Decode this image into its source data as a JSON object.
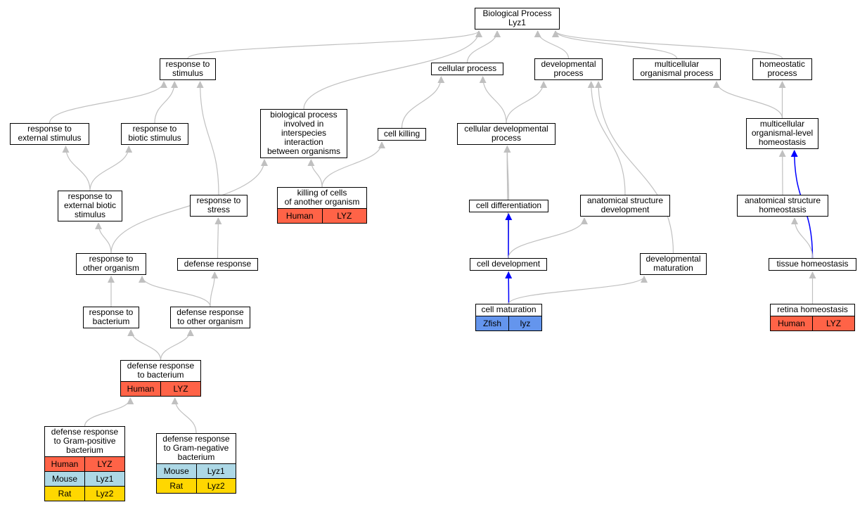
{
  "colors": {
    "Human": "#ff6347",
    "Mouse": "#add8e6",
    "Rat": "#ffd700",
    "Zfish": "#6495ed",
    "edge": "#c0c0c0",
    "edge_highlight": "#0000ff"
  },
  "nodes": {
    "root": {
      "lines": [
        "Biological Process",
        "Lyz1"
      ]
    },
    "response-to-stimulus": {
      "lines": [
        "response to",
        "stimulus"
      ]
    },
    "cellular-process": {
      "lines": [
        "cellular process"
      ]
    },
    "developmental-process": {
      "lines": [
        "developmental",
        "process"
      ]
    },
    "multicellular-organismal-process": {
      "lines": [
        "multicellular",
        "organismal process"
      ]
    },
    "homeostatic-process": {
      "lines": [
        "homeostatic",
        "process"
      ]
    },
    "response-to-external-stimulus": {
      "lines": [
        "response to",
        "external stimulus"
      ]
    },
    "response-to-biotic-stimulus": {
      "lines": [
        "response to",
        "biotic stimulus"
      ]
    },
    "interspecies-interaction": {
      "lines": [
        "biological process",
        "involved in",
        "interspecies",
        "interaction",
        "between organisms"
      ]
    },
    "cell-killing": {
      "lines": [
        "cell killing"
      ]
    },
    "cellular-developmental-process": {
      "lines": [
        "cellular developmental",
        "process"
      ]
    },
    "multicellular-organismal-homeostasis": {
      "lines": [
        "multicellular",
        "organismal-level",
        "homeostasis"
      ]
    },
    "response-to-external-biotic-stimulus": {
      "lines": [
        "response to",
        "external biotic",
        "stimulus"
      ]
    },
    "response-to-stress": {
      "lines": [
        "response to",
        "stress"
      ]
    },
    "killing-of-cells": {
      "lines": [
        "killing of cells",
        "of another organism"
      ],
      "annotations": [
        {
          "species": "Human",
          "gene": "LYZ"
        }
      ]
    },
    "cell-differentiation": {
      "lines": [
        "cell differentiation"
      ]
    },
    "anatomical-structure-development": {
      "lines": [
        "anatomical structure",
        "development"
      ]
    },
    "anatomical-structure-homeostasis": {
      "lines": [
        "anatomical structure",
        "homeostasis"
      ]
    },
    "response-to-other-organism": {
      "lines": [
        "response to",
        "other organism"
      ]
    },
    "defense-response": {
      "lines": [
        "defense response"
      ]
    },
    "cell-development": {
      "lines": [
        "cell development"
      ]
    },
    "developmental-maturation": {
      "lines": [
        "developmental",
        "maturation"
      ]
    },
    "tissue-homeostasis": {
      "lines": [
        "tissue homeostasis"
      ]
    },
    "response-to-bacterium": {
      "lines": [
        "response to",
        "bacterium"
      ]
    },
    "defense-response-to-other-organism": {
      "lines": [
        "defense response",
        "to other organism"
      ]
    },
    "cell-maturation": {
      "lines": [
        "cell maturation"
      ],
      "annotations": [
        {
          "species": "Zfish",
          "gene": "lyz"
        }
      ]
    },
    "retina-homeostasis": {
      "lines": [
        "retina homeostasis"
      ],
      "annotations": [
        {
          "species": "Human",
          "gene": "LYZ"
        }
      ]
    },
    "defense-response-to-bacterium": {
      "lines": [
        "defense response",
        "to bacterium"
      ],
      "annotations": [
        {
          "species": "Human",
          "gene": "LYZ"
        }
      ]
    },
    "defense-response-to-gram-positive": {
      "lines": [
        "defense response",
        "to Gram-positive",
        "bacterium"
      ],
      "annotations": [
        {
          "species": "Human",
          "gene": "LYZ"
        },
        {
          "species": "Mouse",
          "gene": "Lyz1"
        },
        {
          "species": "Rat",
          "gene": "Lyz2"
        }
      ]
    },
    "defense-response-to-gram-negative": {
      "lines": [
        "defense response",
        "to Gram-negative",
        "bacterium"
      ],
      "annotations": [
        {
          "species": "Mouse",
          "gene": "Lyz1"
        },
        {
          "species": "Rat",
          "gene": "Lyz2"
        }
      ]
    }
  },
  "edges": [
    {
      "from": "response-to-stimulus",
      "to": "root"
    },
    {
      "from": "cellular-process",
      "to": "root"
    },
    {
      "from": "developmental-process",
      "to": "root"
    },
    {
      "from": "multicellular-organismal-process",
      "to": "root"
    },
    {
      "from": "homeostatic-process",
      "to": "root"
    },
    {
      "from": "interspecies-interaction",
      "to": "root"
    },
    {
      "from": "response-to-external-stimulus",
      "to": "response-to-stimulus"
    },
    {
      "from": "response-to-biotic-stimulus",
      "to": "response-to-stimulus"
    },
    {
      "from": "response-to-stress",
      "to": "response-to-stimulus"
    },
    {
      "from": "cell-killing",
      "to": "cellular-process"
    },
    {
      "from": "cellular-developmental-process",
      "to": "cellular-process"
    },
    {
      "from": "cellular-developmental-process",
      "to": "developmental-process"
    },
    {
      "from": "anatomical-structure-development",
      "to": "developmental-process"
    },
    {
      "from": "developmental-maturation",
      "to": "developmental-process"
    },
    {
      "from": "multicellular-organismal-homeostasis",
      "to": "multicellular-organismal-process"
    },
    {
      "from": "multicellular-organismal-homeostasis",
      "to": "homeostatic-process"
    },
    {
      "from": "response-to-external-biotic-stimulus",
      "to": "response-to-external-stimulus"
    },
    {
      "from": "response-to-external-biotic-stimulus",
      "to": "response-to-biotic-stimulus"
    },
    {
      "from": "killing-of-cells",
      "to": "interspecies-interaction"
    },
    {
      "from": "response-to-other-organism",
      "to": "interspecies-interaction"
    },
    {
      "from": "killing-of-cells",
      "to": "cell-killing"
    },
    {
      "from": "cell-differentiation",
      "to": "cellular-developmental-process"
    },
    {
      "from": "cell-development",
      "to": "cellular-developmental-process"
    },
    {
      "from": "cell-maturation",
      "to": "cellular-developmental-process"
    },
    {
      "from": "anatomical-structure-homeostasis",
      "to": "multicellular-organismal-homeostasis"
    },
    {
      "from": "tissue-homeostasis",
      "to": "multicellular-organismal-homeostasis",
      "highlight": true
    },
    {
      "from": "response-to-other-organism",
      "to": "response-to-external-biotic-stimulus"
    },
    {
      "from": "defense-response",
      "to": "response-to-stress"
    },
    {
      "from": "cell-development",
      "to": "cell-differentiation",
      "highlight": true
    },
    {
      "from": "cell-development",
      "to": "anatomical-structure-development"
    },
    {
      "from": "tissue-homeostasis",
      "to": "anatomical-structure-homeostasis"
    },
    {
      "from": "response-to-bacterium",
      "to": "response-to-other-organism"
    },
    {
      "from": "defense-response-to-other-organism",
      "to": "response-to-other-organism"
    },
    {
      "from": "defense-response-to-other-organism",
      "to": "defense-response"
    },
    {
      "from": "cell-maturation",
      "to": "cell-development",
      "highlight": true
    },
    {
      "from": "cell-maturation",
      "to": "developmental-maturation"
    },
    {
      "from": "retina-homeostasis",
      "to": "tissue-homeostasis"
    },
    {
      "from": "defense-response-to-bacterium",
      "to": "response-to-bacterium"
    },
    {
      "from": "defense-response-to-bacterium",
      "to": "defense-response-to-other-organism"
    },
    {
      "from": "defense-response-to-gram-positive",
      "to": "defense-response-to-bacterium"
    },
    {
      "from": "defense-response-to-gram-negative",
      "to": "defense-response-to-bacterium"
    }
  ]
}
